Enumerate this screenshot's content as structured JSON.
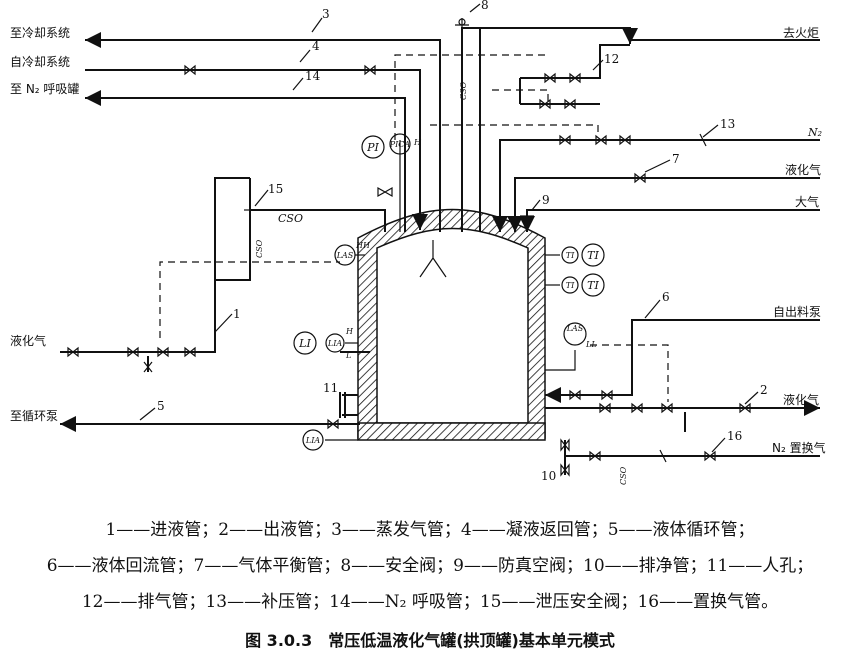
{
  "lines": {
    "to_cooling": "至冷却系统",
    "from_cooling": "自冷却系统",
    "to_n2_breather": "至 N₂ 呼吸罐",
    "to_flare": "去火炬",
    "n2": "N₂",
    "liquefied_gas_mid": "液化气",
    "atmosphere": "大气",
    "from_feed_pump": "自出料泵",
    "liquefied_gas_left": "液化气",
    "liquefied_gas_right": "液化气",
    "to_circulation_pump": "至循环泵",
    "n2_replacement": "N₂ 置换气"
  },
  "numbers": {
    "n1": "1",
    "n2": "2",
    "n3": "3",
    "n4": "4",
    "n5": "5",
    "n6": "6",
    "n7": "7",
    "n8": "8",
    "n9": "9",
    "n10": "10",
    "n11": "11",
    "n12": "12",
    "n13": "13",
    "n14": "14",
    "n15": "15",
    "n16": "16"
  },
  "cso": {
    "a": "CSO",
    "b": "CSO",
    "c": "CSO",
    "d": "CSO"
  },
  "instruments": {
    "pi": "PI",
    "pica": "PICA",
    "pica_h": "H",
    "ti1_small": "TI",
    "ti1_big": "TI",
    "ti2_small": "TI",
    "ti2_big": "TI",
    "las_hh": "LAS",
    "las_hh_mark": "HH",
    "li_big": "LI",
    "lia_small": "LIA",
    "lia_h": "H",
    "lia_l": "L",
    "las_ll": "LAS",
    "las_ll_mark": "LL",
    "lia_bottom": "LIA"
  },
  "legend": {
    "line1": "1——进液管；2——出液管；3——蒸发气管；4——凝液返回管；5——液体循环管；",
    "line2": "6——液体回流管；7——气体平衡管；8——安全阀；9——防真空阀；10——排净管；11——人孔；",
    "line3": "12——排气管；13——补压管；14——N₂ 呼吸管；15——泄压安全阀；16——置换气管。"
  },
  "caption": "图 3.0.3　常压低温液化气罐(拱顶罐)基本单元模式"
}
